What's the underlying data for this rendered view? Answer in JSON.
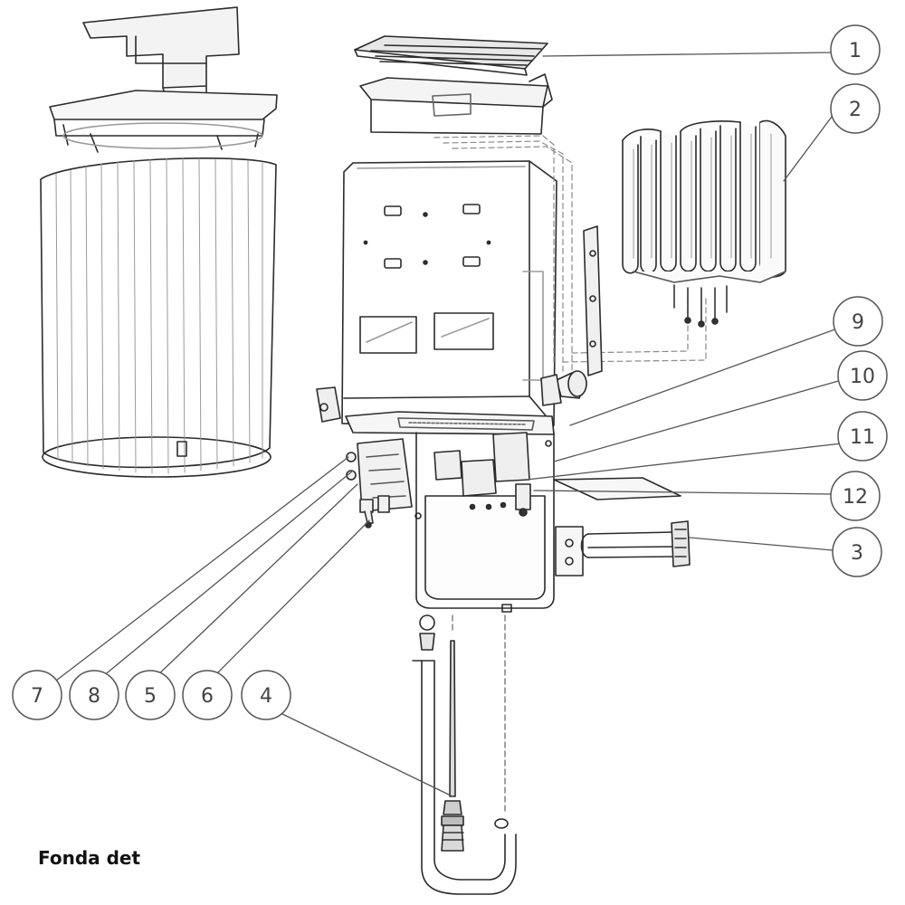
{
  "caption": "Fonda det",
  "callouts": [
    {
      "label": "1"
    },
    {
      "label": "2"
    },
    {
      "label": "9"
    },
    {
      "label": "10"
    },
    {
      "label": "11"
    },
    {
      "label": "12"
    },
    {
      "label": "3"
    },
    {
      "label": "7"
    },
    {
      "label": "8"
    },
    {
      "label": "5"
    },
    {
      "label": "6"
    },
    {
      "label": "4"
    }
  ],
  "colors": {
    "line": "#2b2b2b",
    "light_line": "#9a9a9a",
    "callout_ring": "#555555"
  }
}
